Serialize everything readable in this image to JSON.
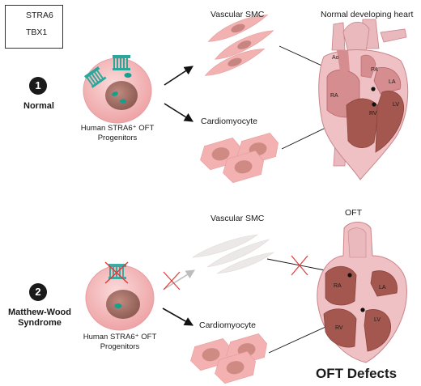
{
  "legend": {
    "stra6_label": "STRA6",
    "tbx1_label": "TBX1",
    "stra6_icon": "receptor-icon",
    "tbx1_icon": "oval-icon",
    "stra6_color": "#2aa79b",
    "tbx1_color": "#14a08e"
  },
  "top": {
    "step_number": "1",
    "condition": "Normal",
    "progenitor_line1": "Human STRA6⁺ OFT",
    "progenitor_line2": "Progenitors",
    "smc_label": "Vascular SMC",
    "cardiomyocyte_label": "Cardiomyocyte",
    "heart_title": "Normal developing heart",
    "chambers": {
      "ao": "Ao",
      "pa": "PA",
      "la": "LA",
      "ra": "RA",
      "rv": "RV",
      "lv": "LV"
    }
  },
  "bottom": {
    "step_number": "2",
    "condition_line1": "Matthew-Wood",
    "condition_line2": "Syndrome",
    "progenitor_line1": "Human STRA6⁺ OFT",
    "progenitor_line2": "Progenitors",
    "smc_label": "Vascular SMC",
    "cardiomyocyte_label": "Cardiomyocyte",
    "heart_title": "OFT",
    "chambers": {
      "ra": "RA",
      "la": "LA",
      "rv": "RV",
      "lv": "LV"
    },
    "outcome": "OFT Defects"
  },
  "colors": {
    "cell_fill": "#f2b6b6",
    "nucleus": "#a8746a",
    "heart_light": "#f1c4c8",
    "heart_mid": "#d98f93",
    "heart_dark": "#a55a52",
    "faded": "#e8e2e2",
    "cross": "#e03a3a"
  }
}
